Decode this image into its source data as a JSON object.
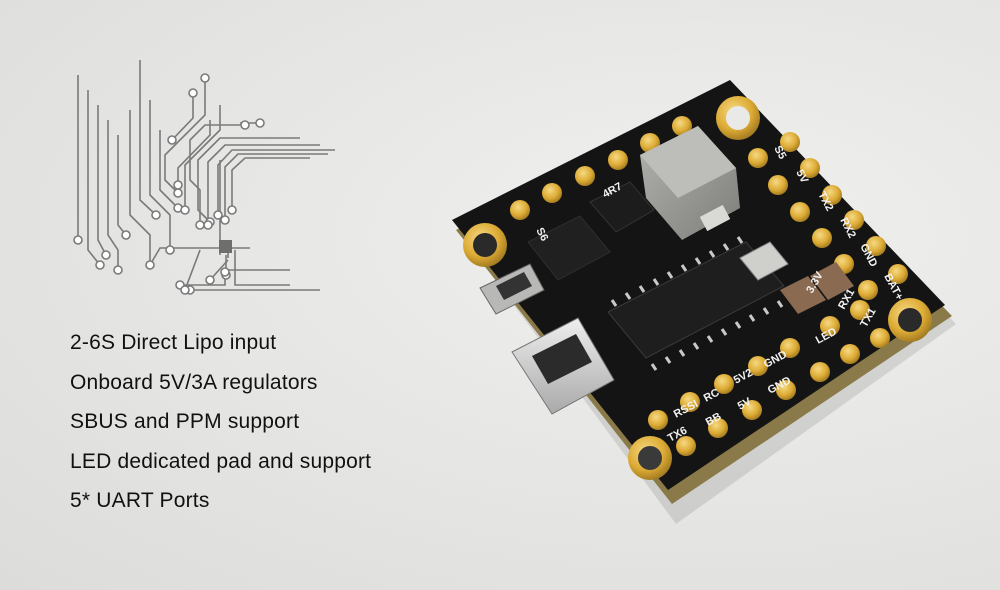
{
  "features": [
    "2-6S Direct Lipo input",
    "Onboard 5V/3A regulators",
    "SBUS and PPM support",
    "LED dedicated pad and support",
    "5* UART Ports"
  ],
  "board": {
    "silkscreen": {
      "rssi": "RSSI",
      "rc": "RC",
      "v5_2": "5V2",
      "gnd_1": "GND",
      "led": "LED",
      "tx6": "TX6",
      "bb": "BB",
      "v5": "5V",
      "gnd_2": "GND",
      "tx1": "TX1",
      "rx1": "RX1",
      "v33": "3.3V",
      "bat": "BAT+",
      "gnd_3": "GND",
      "tx2": "TX2",
      "rx2": "RX2",
      "v5_3": "5V",
      "s5": "S5",
      "s6": "S6",
      "inductor_code": "4R7"
    }
  },
  "colors": {
    "background": "#e6e6e4",
    "pcb": "#141414",
    "pad_gold": "#e0b43c",
    "text": "#111111"
  }
}
